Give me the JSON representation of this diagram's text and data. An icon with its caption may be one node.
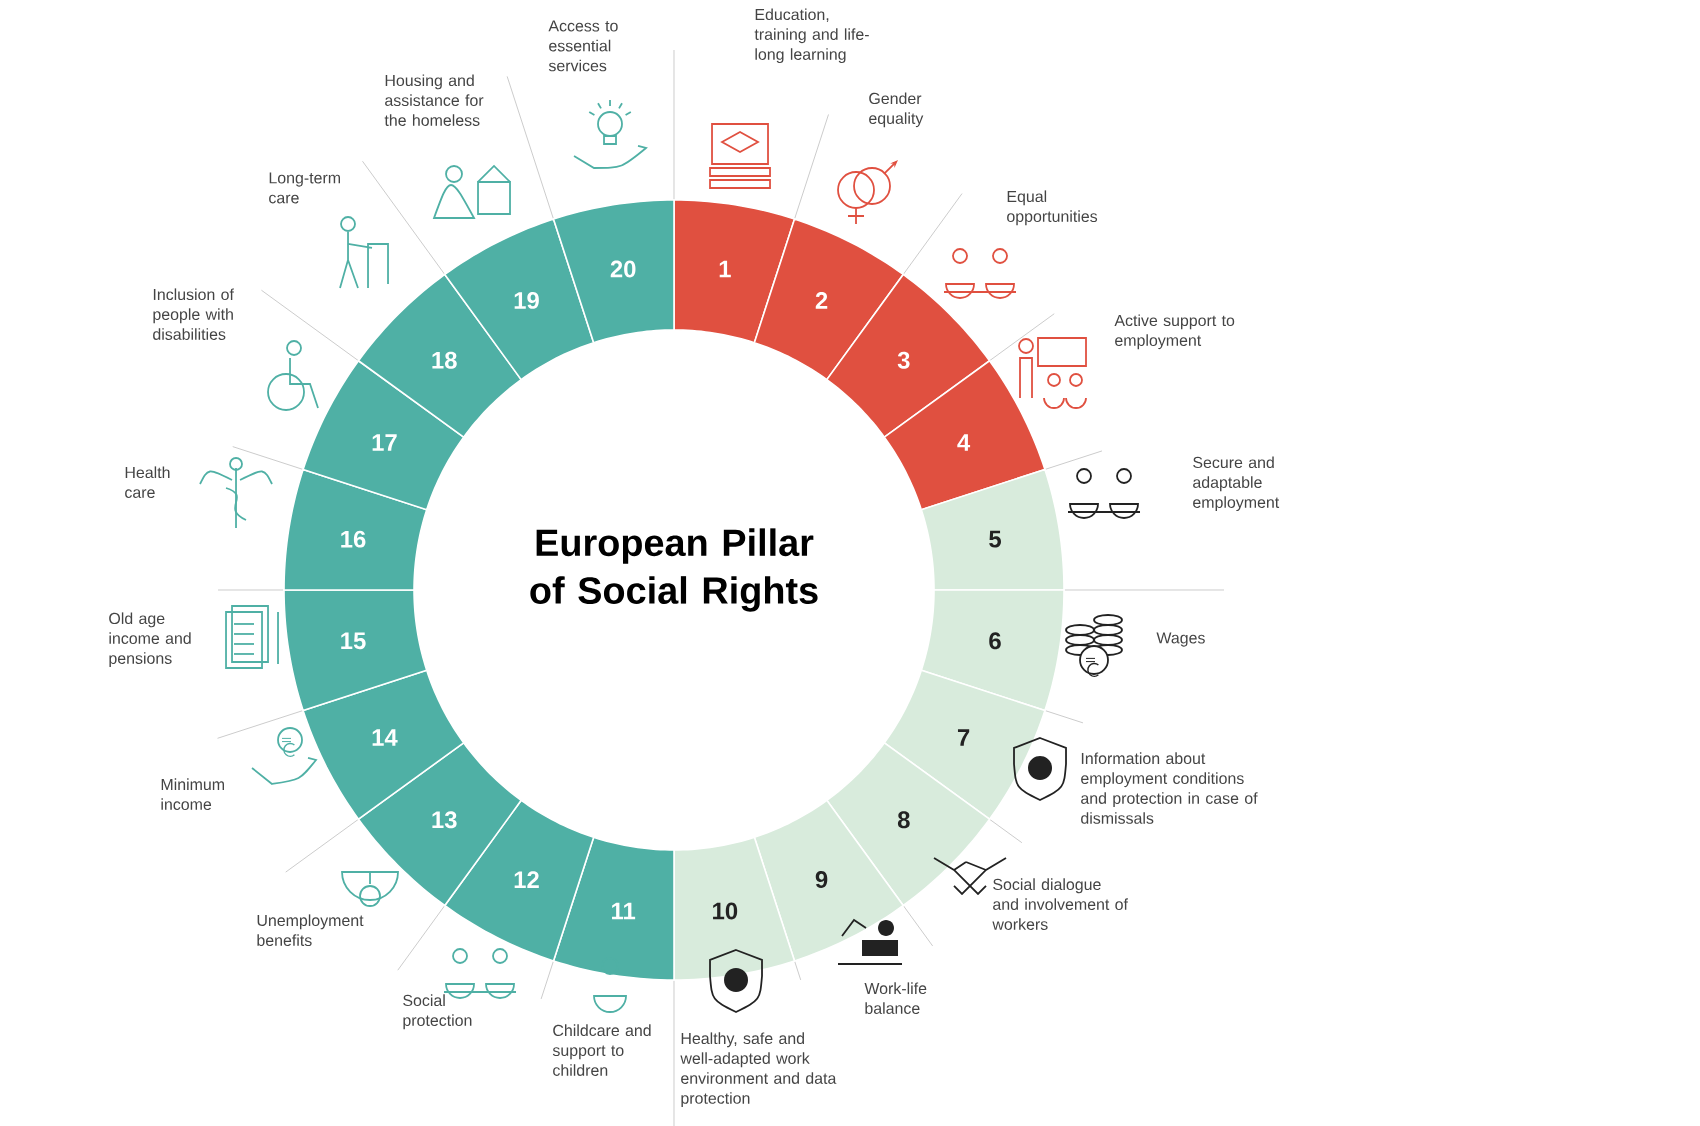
{
  "diagram": {
    "title": "European Pillar of Social Rights",
    "nodes": [
      {
        "text": [
          "1",
          "Education, training and life-long learning"
        ]
      },
      {
        "text": [
          "2",
          "Gender equality"
        ]
      },
      {
        "text": [
          "3",
          "Equal opportunities"
        ]
      },
      {
        "text": [
          "4",
          "Active support to employment"
        ]
      },
      {
        "text": [
          "5",
          "Secure and adaptable employment"
        ]
      },
      {
        "text": [
          "6",
          "Wages"
        ]
      },
      {
        "text": [
          "7",
          "Information about employment conditions and protection in case of dismissals"
        ]
      },
      {
        "text": [
          "8",
          "Social dialogue and involvement of workers"
        ]
      },
      {
        "text": [
          "9",
          "Work-life balance"
        ]
      },
      {
        "text": [
          "10",
          "Healthy, safe and well-adapted work environment and data protection"
        ]
      },
      {
        "text": [
          "11",
          "Childcare and support to children"
        ]
      },
      {
        "text": [
          "12",
          "Social protection"
        ]
      },
      {
        "text": [
          "13",
          "Unemployment benefits"
        ]
      },
      {
        "text": [
          "14",
          "Minimum income"
        ]
      },
      {
        "text": [
          "Old age income and pensions",
          "15"
        ]
      },
      {
        "text": [
          "16",
          "Health care"
        ]
      },
      {
        "text": [
          "17",
          "Inclusion of people with disabilities"
        ]
      },
      {
        "text": [
          "18",
          "Long-term care"
        ]
      },
      {
        "text": [
          "19",
          "Housing and assistance for the homeless"
        ]
      },
      {
        "text": [
          "Access to essential services",
          "20"
        ]
      }
    ]
  }
}
